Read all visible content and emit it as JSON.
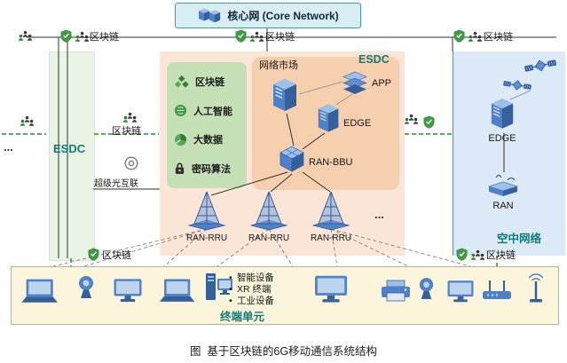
{
  "core_network": {
    "label": "核心网 (Core Network)"
  },
  "labels": {
    "blockchain": "区块链",
    "esdc": "ESDC",
    "optical_link": "超级光互联",
    "network_market": "网络市场",
    "app": "APP",
    "edge": "EDGE",
    "ran_bbu": "RAN-BBU",
    "ran_rru": "RAN-RRU",
    "ran": "RAN",
    "aerial_network": "空中网络",
    "terminal_unit": "终端单元",
    "ellipsis": "..."
  },
  "capability_box": {
    "items": [
      {
        "icon": "blockchain-cubes-icon",
        "label": "区块链"
      },
      {
        "icon": "ai-brain-icon",
        "label": "人工智能"
      },
      {
        "icon": "bigdata-pie-icon",
        "label": "大数据"
      },
      {
        "icon": "crypto-lock-icon",
        "label": "密码算法"
      }
    ]
  },
  "terminal_unit": {
    "device_types": [
      "智能设备",
      "XR 终端",
      "工业设备"
    ]
  },
  "caption": "图  基于区块链的6G移动通信系统结构",
  "colors": {
    "teal_title": "#0f7b7b",
    "panel_green": "#e9f4e4",
    "panel_peach": "#fbe5d6",
    "panel_peach_inner": "#f6cfae",
    "capability_green": "#c5e0b4",
    "panel_blue": "#dce9f7",
    "terminal_cream": "#fbf5dc",
    "device_blue": "#4f81c7",
    "shield_green": "#3f9b44",
    "dashed_link_green": "#2e8b2e"
  }
}
